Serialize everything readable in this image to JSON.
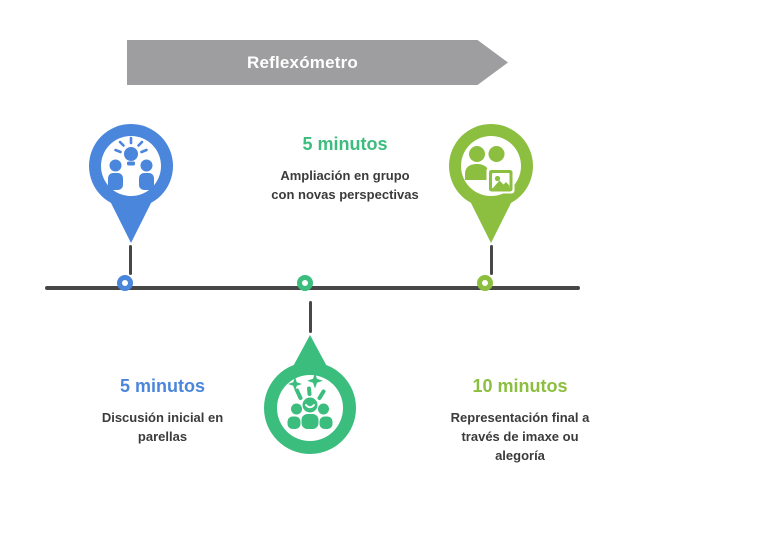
{
  "banner": {
    "label": "Reflexómetro"
  },
  "steps": [
    {
      "id": "step-1",
      "duration": "5 minutos",
      "lines": [
        "Discusión inicial en",
        "parellas"
      ],
      "icon": "people-lightbulb-brainstorm-icon",
      "color": "#4a86db",
      "marker": "map-pin-down"
    },
    {
      "id": "step-2",
      "duration": "5 minutos",
      "lines": [
        "Ampliación en grupo",
        "con novas perspectivas"
      ],
      "icon": "group-celebration-sparkles-icon",
      "color": "#3bbd7e",
      "marker": "teardrop-up"
    },
    {
      "id": "step-3",
      "duration": "10 minutos",
      "lines": [
        "Representación final a",
        "través de imaxe ou",
        "alegoría"
      ],
      "icon": "people-image-frame-icon",
      "color": "#8cbf3f",
      "marker": "map-pin-down"
    }
  ],
  "colors": {
    "blue": "#4a86db",
    "emerald": "#3bbd7e",
    "lime": "#8cbf3f",
    "banner-gray": "#9e9ea0",
    "line-dark": "#474747",
    "text-dark": "#3b3b3b",
    "white": "#ffffff"
  }
}
